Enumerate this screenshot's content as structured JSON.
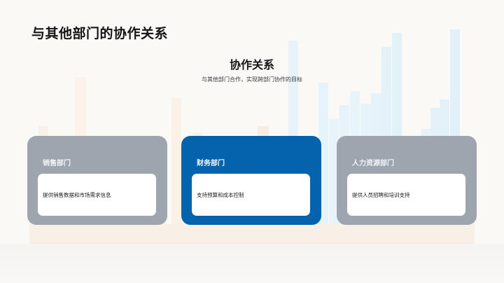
{
  "slide": {
    "title": "与其他部门的协作关系",
    "section": {
      "heading": "协作关系",
      "subheading": "与其他部门合作，实现跨部门协作的目标"
    },
    "cards": [
      {
        "title": "销售部门",
        "description": "提供销售数据和市场需求信息",
        "color": "#9ea5af",
        "active": false
      },
      {
        "title": "财务部门",
        "description": "支持预算和成本控制",
        "color": "#0563ad",
        "active": true
      },
      {
        "title": "人力资源部门",
        "description": "提供人员招聘和培训支持",
        "color": "#9ea5af",
        "active": false
      }
    ]
  },
  "colors": {
    "background": "#fbf9f6",
    "accent": "#0563ad",
    "card_gray": "#9ea5af",
    "title_text": "#141414"
  }
}
